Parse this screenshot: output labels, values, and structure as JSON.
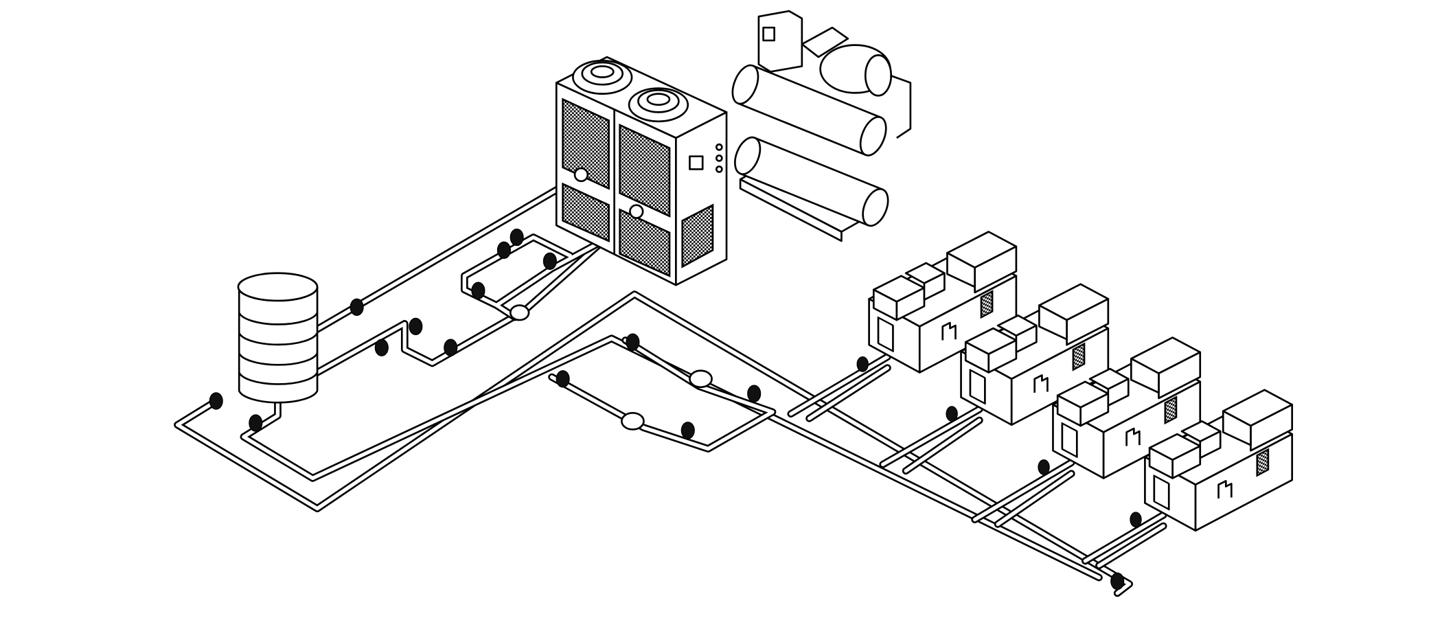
{
  "diagram": {
    "colors": {
      "line": "#000000",
      "background": "#ffffff"
    },
    "components": {
      "storage_tank": "storage-tank",
      "air_cooled_chiller": "air-cooled-chiller",
      "water_cooled_chiller": "water-cooled-chiller",
      "air_handling_units": [
        "ahu",
        "ahu",
        "ahu",
        "ahu"
      ]
    }
  }
}
